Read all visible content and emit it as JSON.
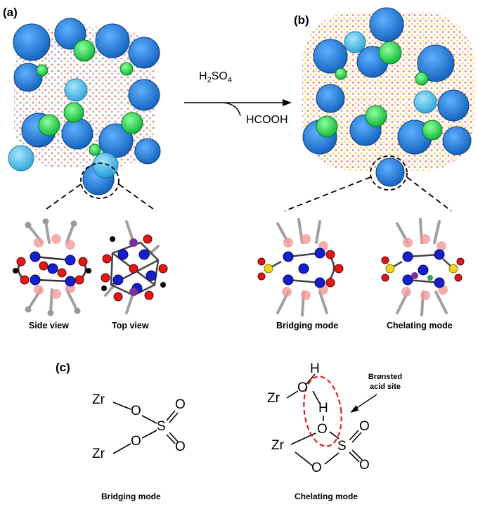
{
  "labels": {
    "panel_a": "(a)",
    "panel_b": "(b)",
    "panel_c": "(c)"
  },
  "reaction": {
    "reagent_top": "H2SO4",
    "reagent_top_main": "H",
    "reagent_top_sub1": "2",
    "reagent_top_mid": "SO",
    "reagent_top_sub2": "4",
    "reagent_bottom": "HCOOH"
  },
  "captions": {
    "side_view": "Side view",
    "top_view": "Top view",
    "bridging_mode": "Bridging mode",
    "chelating_mode": "Chelating mode",
    "bridging_mode_c": "Bridging mode",
    "chelating_mode_c": "Chelating mode"
  },
  "chem_c": {
    "zr": "Zr",
    "o": "O",
    "s": "S",
    "h": "H",
    "bronsted_line1": "Brønsted",
    "bronsted_line2": "acid site"
  },
  "colors": {
    "polyhedra_blue": "#2a7fd4",
    "polyhedra_light": "#35b6e6",
    "cage_green": "#22d14a",
    "oxygen_red": "#e01818",
    "carbon_grey": "#9a9a9a",
    "zr_blue": "#1420c8",
    "sulfur_yellow": "#f2d21a",
    "highlight_red": "#e02020"
  }
}
